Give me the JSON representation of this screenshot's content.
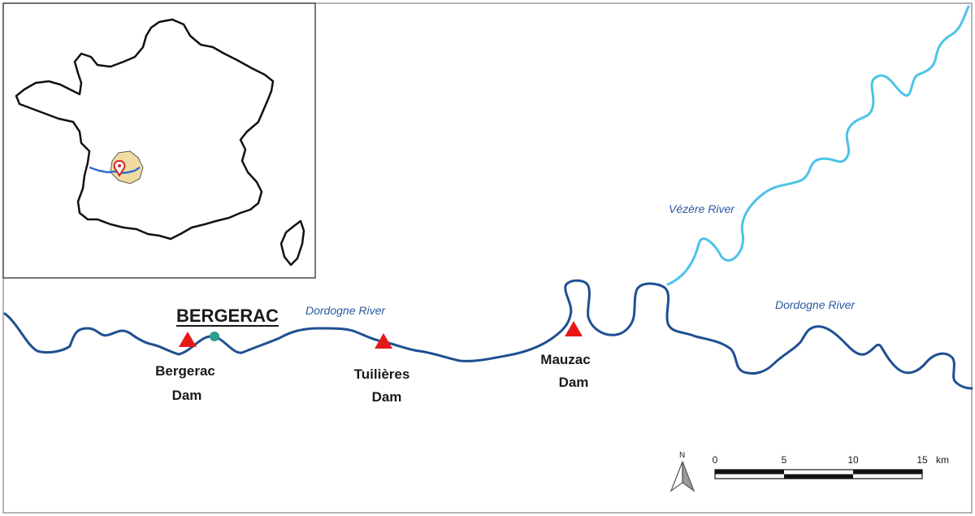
{
  "map": {
    "city_label": "BERGERAC",
    "rivers": {
      "dordogne_label": "Dordogne River",
      "vezere_label": "Vézère River"
    },
    "dams": [
      {
        "line1": "Bergerac",
        "line2": "Dam"
      },
      {
        "line1": "Tuilières",
        "line2": "Dam"
      },
      {
        "line1": "Mauzac",
        "line2": "Dam"
      }
    ],
    "north_arrow": {
      "label": "N"
    },
    "scale_bar": {
      "ticks": [
        "0",
        "5",
        "10",
        "15"
      ],
      "unit": "km"
    },
    "colors": {
      "dordogne": "#1f4f92",
      "vezere": "#4cc3e6",
      "dam_marker": "#e61919",
      "station_marker": "#2a9d8f",
      "inset_region_fill": "#f0dca0"
    }
  }
}
